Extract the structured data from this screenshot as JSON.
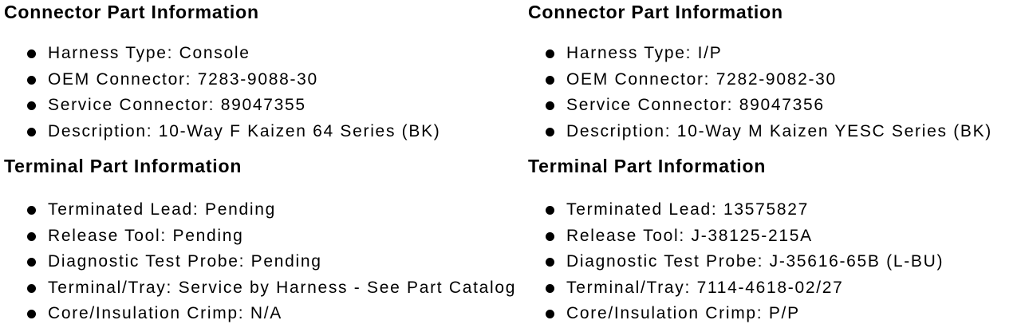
{
  "colors": {
    "text": "#000000",
    "background": "#ffffff"
  },
  "columns": [
    {
      "connector_title": "Connector Part Information",
      "connector_items": [
        "Harness Type: Console",
        "OEM Connector: 7283-9088-30",
        "Service Connector: 89047355",
        "Description: 10-Way F Kaizen 64 Series (BK)"
      ],
      "terminal_title": "Terminal Part Information",
      "terminal_items": [
        "Terminated Lead: Pending",
        "Release Tool: Pending",
        "Diagnostic Test Probe: Pending",
        "Terminal/Tray: Service by Harness - See Part Catalog",
        "Core/Insulation Crimp: N/A"
      ]
    },
    {
      "connector_title": "Connector Part Information",
      "connector_items": [
        "Harness Type: I/P",
        "OEM Connector: 7282-9082-30",
        "Service Connector: 89047356",
        "Description: 10-Way M Kaizen YESC Series (BK)"
      ],
      "terminal_title": "Terminal Part Information",
      "terminal_items": [
        "Terminated Lead: 13575827",
        "Release Tool: J-38125-215A",
        "Diagnostic Test Probe: J-35616-65B (L-BU)",
        "Terminal/Tray: 7114-4618-02/27",
        "Core/Insulation Crimp: P/P"
      ]
    }
  ]
}
